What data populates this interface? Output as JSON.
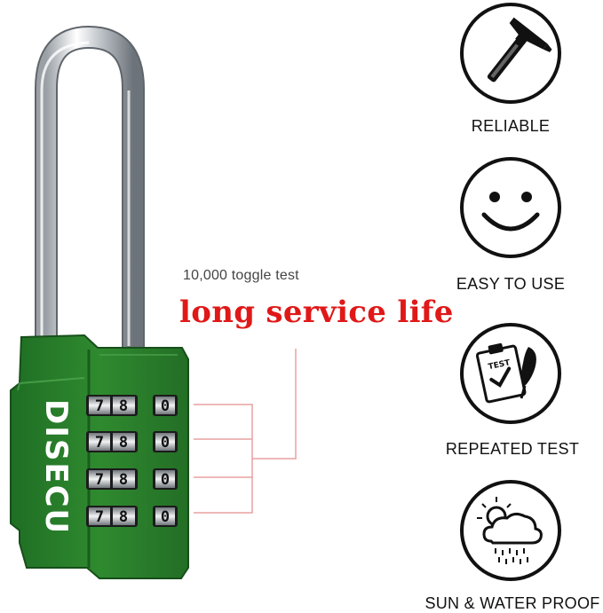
{
  "colors": {
    "lock_body": "#2f8a2f",
    "headline": "#e01818",
    "callout_line": "#e9a1a1"
  },
  "lock": {
    "brand": "DISECU",
    "dials": [
      {
        "left": "7",
        "mid": "8",
        "right": "0"
      },
      {
        "left": "7",
        "mid": "8",
        "right": "0"
      },
      {
        "left": "7",
        "mid": "8",
        "right": "0"
      },
      {
        "left": "7",
        "mid": "8",
        "right": "0"
      }
    ]
  },
  "callout": {
    "subtitle": "10,000 toggle test",
    "headline": "long service life"
  },
  "features": [
    {
      "label": "RELIABLE",
      "icon": "hammer-icon"
    },
    {
      "label": "EASY TO USE",
      "icon": "smiley-icon"
    },
    {
      "label": "REPEATED TEST",
      "icon": "test-clipboard-icon"
    },
    {
      "label": "SUN & WATER PROOF",
      "icon": "weather-icon"
    }
  ]
}
